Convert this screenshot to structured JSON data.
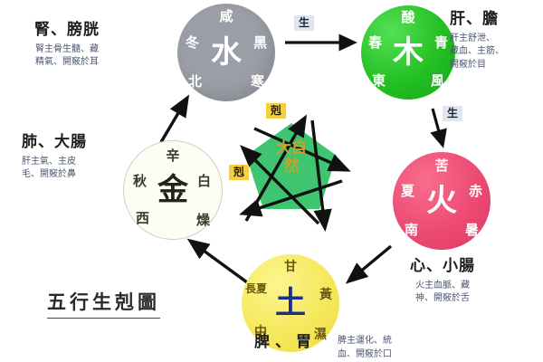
{
  "diagram": {
    "title": "五行生剋圖",
    "center_label": "大自然"
  },
  "elements": [
    {
      "id": "water",
      "name": "水",
      "color": "#9b9ea6",
      "taste": "咸",
      "season": "冬",
      "hue": "黑",
      "direction": "北",
      "climate": "寒"
    },
    {
      "id": "wood",
      "name": "木",
      "color": "#2ec72e",
      "taste": "酸",
      "season": "春",
      "hue": "青",
      "direction": "東",
      "climate": "風"
    },
    {
      "id": "fire",
      "name": "火",
      "color": "#ef5277",
      "taste": "苦",
      "season": "夏",
      "hue": "赤",
      "direction": "南",
      "climate": "暑"
    },
    {
      "id": "earth",
      "name": "土",
      "color": "#f7ea62",
      "taste": "甘",
      "season": "長夏",
      "hue": "黃",
      "direction": "中",
      "climate": "濕"
    },
    {
      "id": "metal",
      "name": "金",
      "color": "#fdfdf3",
      "taste": "辛",
      "season": "秋",
      "hue": "白",
      "direction": "西",
      "climate": "燥"
    }
  ],
  "organs": [
    {
      "id": "kidney",
      "title": "腎、膀胱",
      "desc": "腎主骨生髓、藏\n精氣、開竅於耳"
    },
    {
      "id": "liver",
      "title": "肝、膽",
      "desc": "肝主舒泄、\n藏血、主筋、\n開竅於目"
    },
    {
      "id": "lung",
      "title": "肺、大腸",
      "desc": "肝主氣、主皮\n毛、開竅於鼻"
    },
    {
      "id": "heart",
      "title": "心、小腸",
      "desc": "火主血脈、藏\n神、開竅於舌"
    },
    {
      "id": "spleen",
      "title": "脾、胃",
      "desc": "脾主運化、統\n血、開竅於口"
    }
  ],
  "badges": {
    "sheng": "生",
    "ke": "剋"
  }
}
